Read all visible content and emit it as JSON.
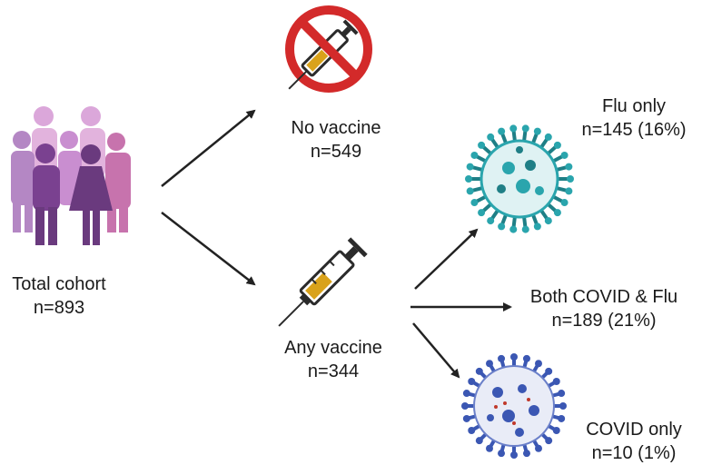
{
  "cohort": {
    "label": "Total cohort",
    "count": "n=893"
  },
  "no_vaccine": {
    "label": "No vaccine",
    "count": "n=549"
  },
  "any_vaccine": {
    "label": "Any vaccine",
    "count": "n=344"
  },
  "flu_only": {
    "label": "Flu only",
    "count": "n=145 (16%)"
  },
  "both": {
    "label": "Both COVID & Flu",
    "count": "n=189 (21%)"
  },
  "covid_only": {
    "label": "COVID only",
    "count": "n=10 (1%)"
  },
  "colors": {
    "arrow": "#222222",
    "no_sign": "#d32a2a",
    "vaccine_fluid": "#d9a21b",
    "syringe": "#2b2b2b",
    "flu_virus": "#2aa5ad",
    "covid_virus": "#3b57b3",
    "people": [
      "#b487c4",
      "#8a5aa8",
      "#6a3a7e",
      "#c773ad"
    ]
  },
  "icons": [
    "people-group-icon",
    "no-vaccine-icon",
    "syringe-icon",
    "flu-virus-icon",
    "covid-virus-icon"
  ]
}
